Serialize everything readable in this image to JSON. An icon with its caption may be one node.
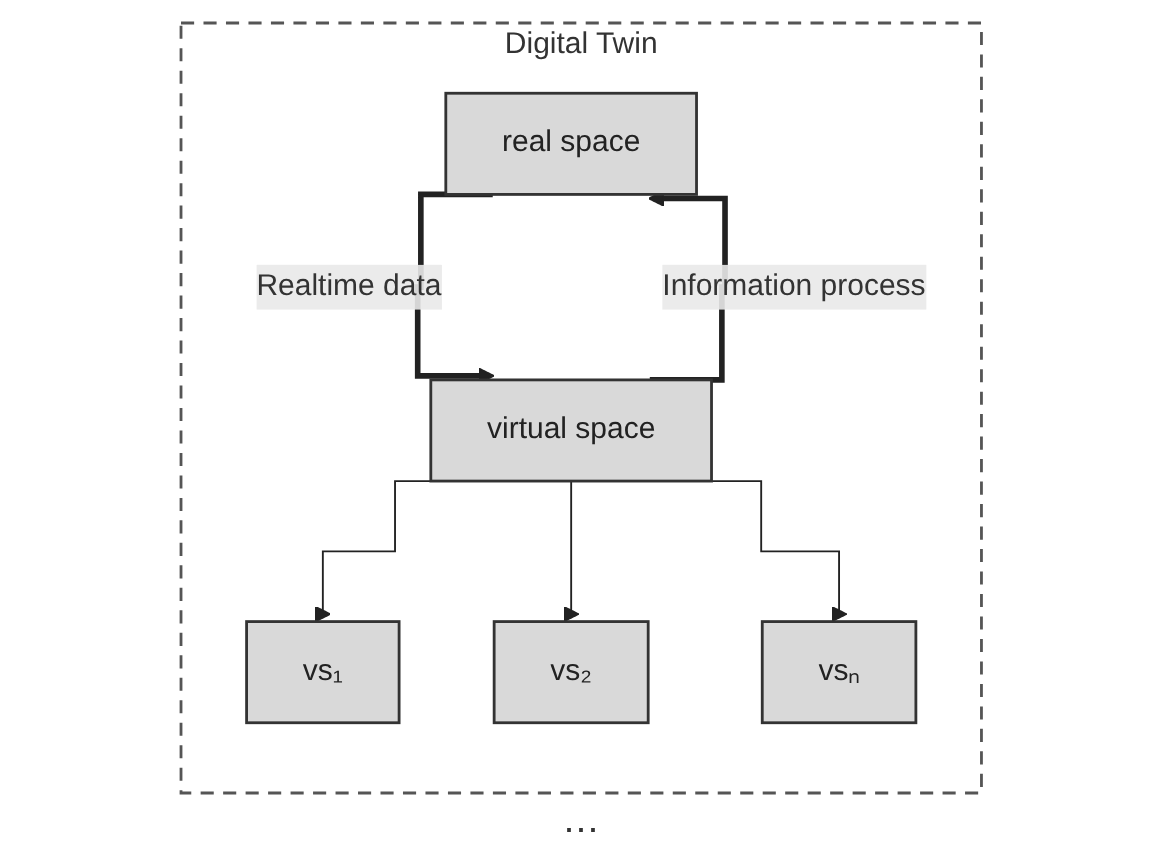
{
  "diagram": {
    "nodes": [
      {
        "text": [
          "Digital Twin"
        ]
      },
      {
        "text": [
          "real space"
        ],
        "in": 0
      },
      {
        "text": [
          "virtual space"
        ],
        "in": 0
      },
      {
        "text": [
          "vs₁"
        ],
        "in": 0
      },
      {
        "text": [
          "vs₂"
        ],
        "in": 0
      },
      {
        "text": [
          "vsₙ"
        ],
        "in": 0
      }
    ],
    "edges": [
      {
        "from": 2,
        "to": 1,
        "arrow": "to",
        "label": "Information process",
        "style": "thick"
      },
      {
        "from": 1,
        "to": 2,
        "arrow": "to",
        "label": "Realtime data",
        "style": "thick"
      },
      {
        "from": 2,
        "to": 3,
        "arrow": "to"
      },
      {
        "from": 2,
        "to": 4,
        "arrow": "to"
      },
      {
        "from": 2,
        "to": 5,
        "arrow": "to"
      }
    ],
    "labels": [
      "⋯"
    ]
  }
}
